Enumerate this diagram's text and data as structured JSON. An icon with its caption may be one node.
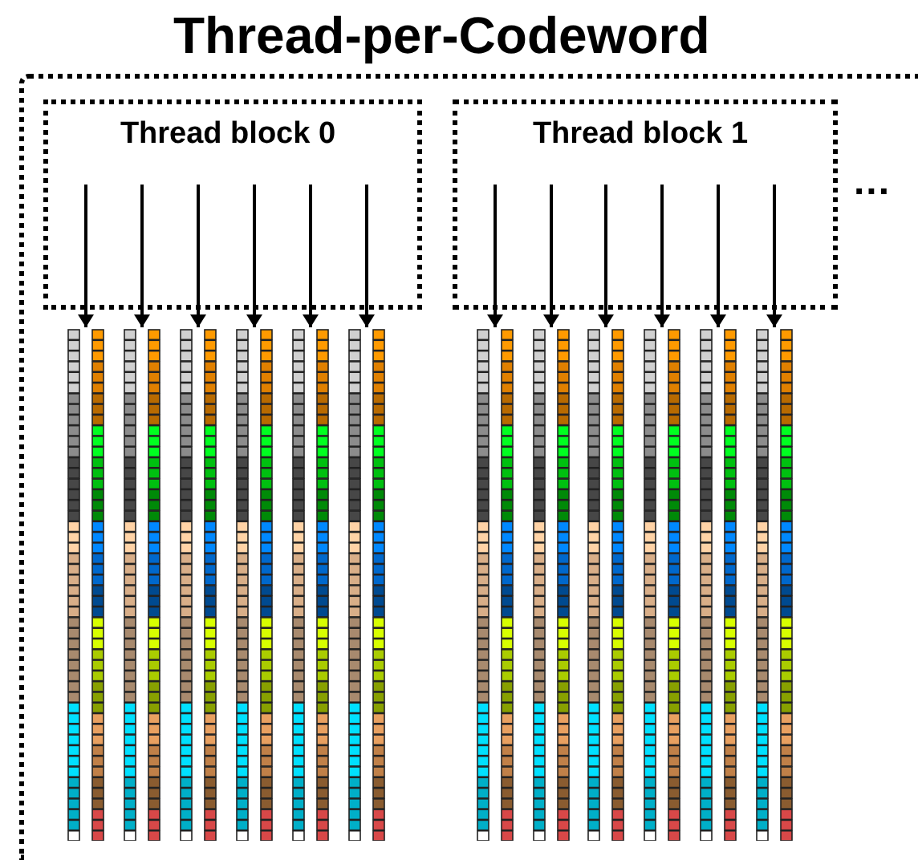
{
  "diagram": {
    "nodes": [
      {
        "text": [
          "Thread-per-Codeword"
        ]
      },
      {
        "text": [
          "Thread block 0"
        ],
        "in": 0
      },
      {
        "text": [
          "Thread block 1"
        ],
        "in": 0
      },
      {
        "text": [],
        "shape": "bar",
        "in": 0
      },
      {
        "text": [],
        "shape": "bar",
        "in": 0
      },
      {
        "text": [],
        "shape": "bar",
        "in": 0
      },
      {
        "text": [],
        "shape": "bar",
        "in": 0
      },
      {
        "text": [],
        "shape": "bar",
        "in": 0
      },
      {
        "text": [],
        "shape": "bar",
        "in": 0
      },
      {
        "text": [],
        "shape": "bar",
        "in": 0
      },
      {
        "text": [],
        "shape": "bar",
        "in": 0
      },
      {
        "text": [],
        "shape": "bar",
        "in": 0
      },
      {
        "text": [],
        "shape": "bar",
        "in": 0
      },
      {
        "text": [],
        "shape": "bar",
        "in": 0
      },
      {
        "text": [],
        "shape": "bar",
        "in": 0
      }
    ],
    "edges": [
      {
        "from": 1,
        "to": 3,
        "arrow": "to"
      },
      {
        "from": 1,
        "to": 4,
        "arrow": "to"
      },
      {
        "from": 1,
        "to": 5,
        "arrow": "to"
      },
      {
        "from": 1,
        "to": 6,
        "arrow": "to"
      },
      {
        "from": 1,
        "to": 7,
        "arrow": "to"
      },
      {
        "from": 1,
        "to": 8,
        "arrow": "to"
      },
      {
        "from": 2,
        "to": 9,
        "arrow": "to"
      },
      {
        "from": 2,
        "to": 10,
        "arrow": "to"
      },
      {
        "from": 2,
        "to": 11,
        "arrow": "to"
      },
      {
        "from": 2,
        "to": 12,
        "arrow": "to"
      },
      {
        "from": 2,
        "to": 13,
        "arrow": "to"
      },
      {
        "from": 2,
        "to": 14,
        "arrow": "to"
      }
    ],
    "labels": [
      "..."
    ]
  }
}
